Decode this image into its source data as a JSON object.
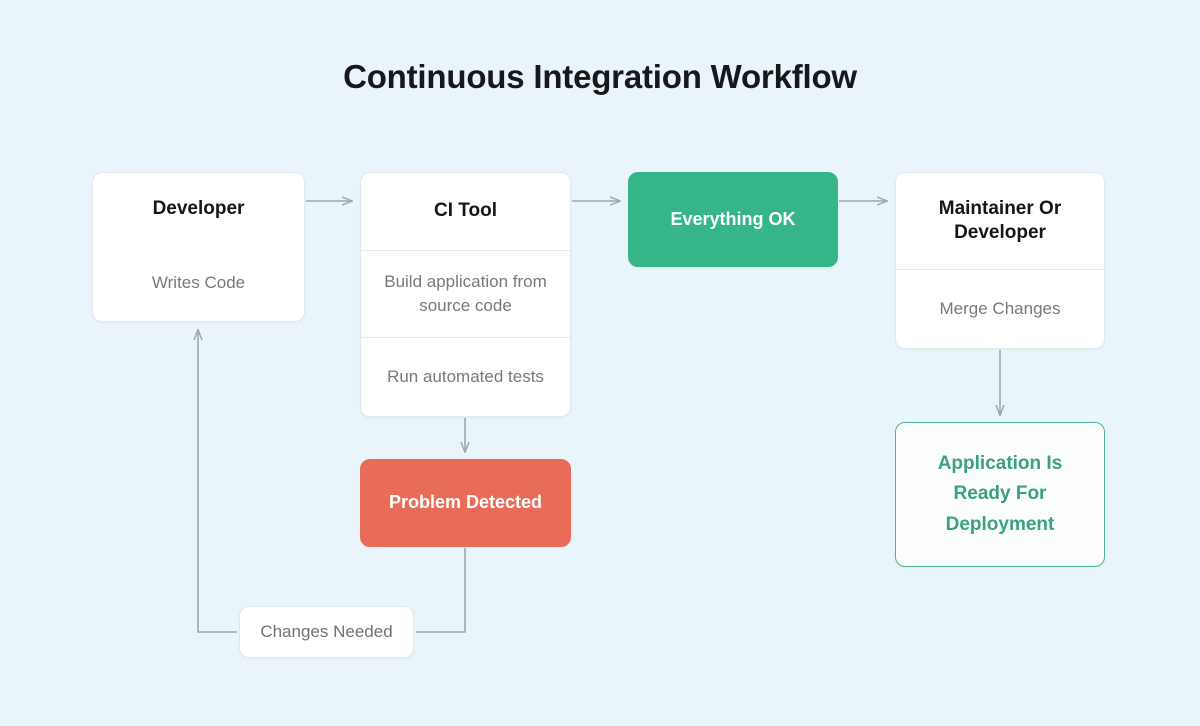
{
  "diagram": {
    "title": "Continuous Integration Workflow",
    "background_color": "#e9f5fb",
    "edge_color": "#9aa8b0",
    "nodes": {
      "developer": {
        "title": "Developer",
        "subtitle": "Writes Code",
        "fill": "#ffffff",
        "text_color": "#14161a"
      },
      "ci_tool": {
        "title": "CI Tool",
        "step_build": "Build application from source code",
        "step_tests": "Run automated tests",
        "fill": "#ffffff",
        "text_color": "#14161a"
      },
      "everything_ok": {
        "title": "Everything OK",
        "fill": "#35b588",
        "text_color": "#ffffff"
      },
      "maintainer": {
        "title": "Maintainer Or Developer",
        "subtitle": "Merge Changes",
        "fill": "#ffffff",
        "text_color": "#14161a"
      },
      "problem_detected": {
        "title": "Problem Detected",
        "fill": "#e86c58",
        "text_color": "#ffffff"
      },
      "app_ready": {
        "title": "Application Is Ready For Deployment",
        "fill": "#fbfefd",
        "border_color": "#52b391",
        "text_color": "#3aa17c"
      }
    },
    "edge_labels": {
      "changes_needed": "Changes Needed"
    }
  }
}
